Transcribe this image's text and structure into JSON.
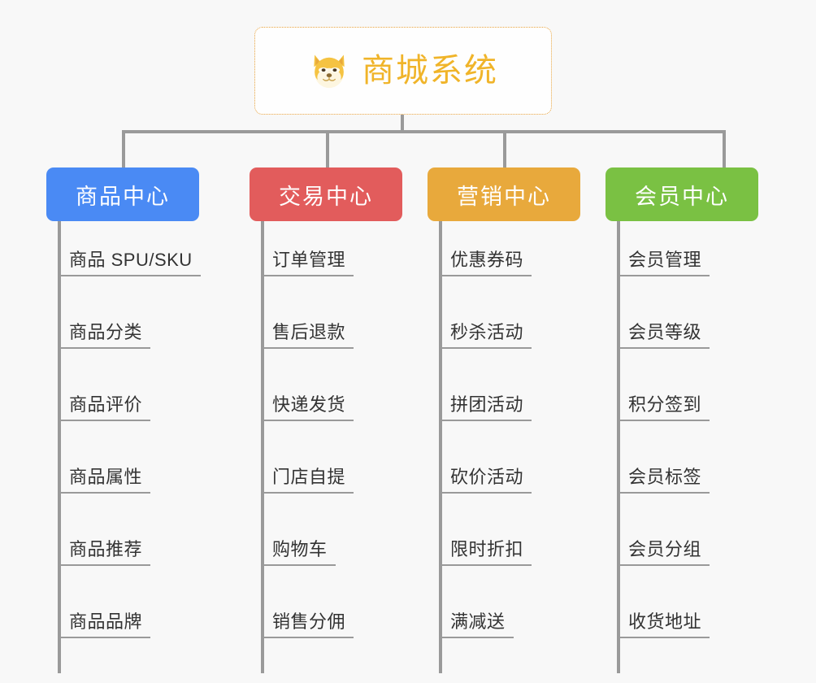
{
  "meta": {
    "background_color": "#f8f8f8",
    "line_color": "#9a9a9a",
    "leaf_text_color": "#333333"
  },
  "root": {
    "title": "商城系统",
    "icon": "shiba-dog-face-emoji",
    "text_color": "#f0b429",
    "border_color": "#e8a33d",
    "background": "#fefefe"
  },
  "branches": [
    {
      "label": "商品中心",
      "color": "#4a8af4",
      "items": [
        "商品 SPU/SKU",
        "商品分类",
        "商品评价",
        "商品属性",
        "商品推荐",
        "商品品牌"
      ]
    },
    {
      "label": "交易中心",
      "color": "#e25c5c",
      "items": [
        "订单管理",
        "售后退款",
        "快递发货",
        "门店自提",
        "购物车",
        "销售分佣"
      ]
    },
    {
      "label": "营销中心",
      "color": "#e8a93c",
      "items": [
        "优惠券码",
        "秒杀活动",
        "拼团活动",
        "砍价活动",
        "限时折扣",
        "满减送"
      ]
    },
    {
      "label": "会员中心",
      "color": "#7ac143",
      "items": [
        "会员管理",
        "会员等级",
        "积分签到",
        "会员标签",
        "会员分组",
        "收货地址"
      ]
    }
  ]
}
